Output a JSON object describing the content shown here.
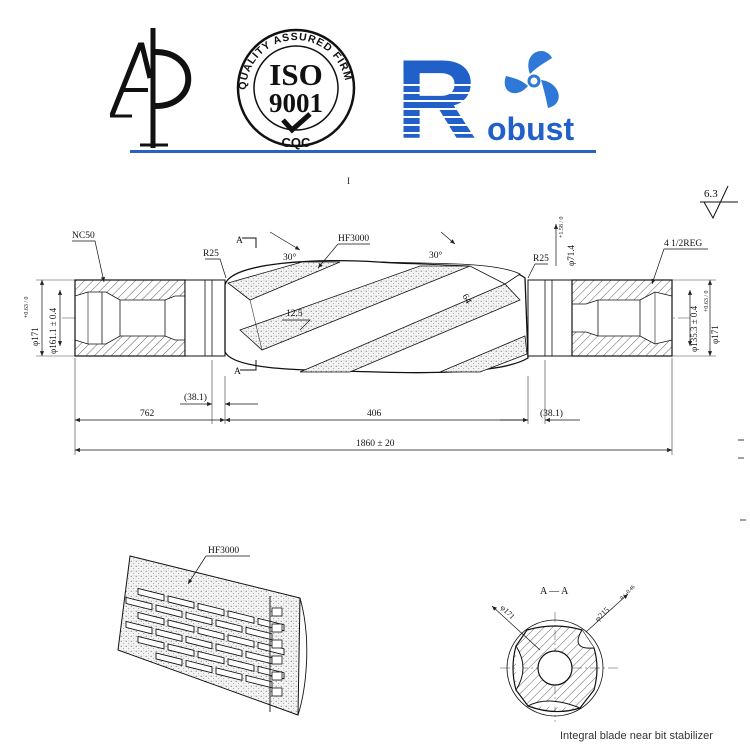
{
  "header": {
    "logo_ap_mark": "AP",
    "iso_ring_text": "QUALITY ASSURED FIRM",
    "iso_line1": "ISO",
    "iso_line2": "9001",
    "iso_cert": "CQC",
    "brand_r": "R",
    "brand_rest": "obust",
    "colors": {
      "brand_blue": "#2060c8",
      "rule_blue": "#2a62c4"
    }
  },
  "drawing": {
    "mark_i": "I",
    "roughness": "6.3",
    "thread_left": "NC50",
    "thread_right": "4 1/2REG",
    "hardfacing": "HF3000",
    "radius_left": "R25",
    "radius_right": "R25",
    "angle_left": "30°",
    "angle_right": "30°",
    "section_mark_top": "A",
    "section_mark_bottom": "A",
    "blade_depth": "12.5",
    "blade_width": "64",
    "dia_left_outer": "φ171",
    "dia_left_outer_tol": "+0.63 / 0",
    "dia_left_inner": "φ161.1 ± 0.4",
    "dia_right_inner": "φ135.3 ± 0.4",
    "dia_right_outer": "φ171",
    "dia_right_outer_tol": "+0.63 / 0",
    "dia_neck": "φ71.4",
    "dia_neck_tol": "+1.58 / 0",
    "dim_762": "762",
    "dim_38_left": "(38.1)",
    "dim_406": "406",
    "dim_38_right": "(38.1)",
    "dim_total": "1860 ± 20",
    "detail_label": "HF3000",
    "section_title": "A — A",
    "section_dia_inner": "φ171",
    "section_dia_outer": "φ215",
    "section_dia_outer_tol": "0 / -0.46"
  },
  "caption": "Integral blade near bit stabilizer"
}
